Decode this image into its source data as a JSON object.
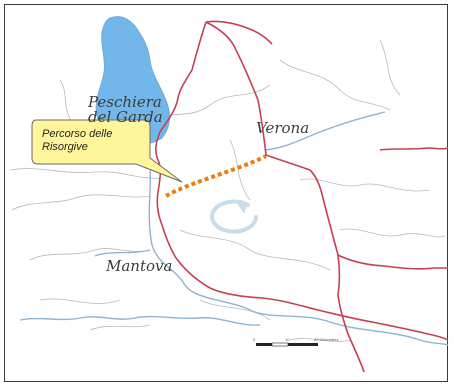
{
  "cities": {
    "peschiera": "Peschiera\ndel Garda",
    "verona": "Verona",
    "mantova": "Mantova"
  },
  "callout": {
    "text": "Percorso delle\nRisorgive"
  },
  "scale_bar": {
    "labels": [
      "0",
      "10",
      "20 Kilometers"
    ]
  },
  "colors": {
    "lake": "#73b7ea",
    "river": "#8fb4d2",
    "boundary": "#c44152",
    "route": "#f07c10",
    "callout_fill": "#fff59b",
    "circulation_arrow": "#c8dde9",
    "minor_roads": "#b4b4b4"
  },
  "icons": {
    "circulation": "circular-arrow-icon"
  }
}
